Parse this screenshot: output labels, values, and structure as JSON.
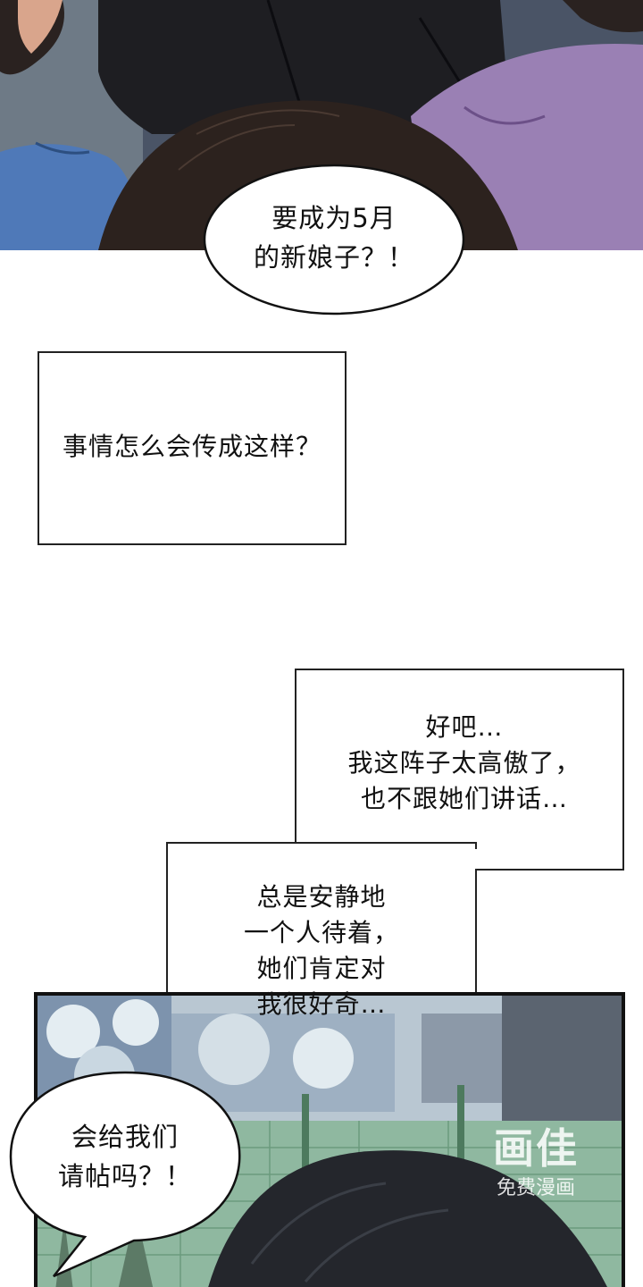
{
  "top_panel": {
    "bubble": {
      "line1": "要成为5月",
      "line2": "的新娘子？！"
    }
  },
  "narration_1": {
    "text": "事情怎么会传成这样？"
  },
  "narration_2": {
    "line1": "好吧…",
    "line2": "我这阵子太高傲了，",
    "line3": "也不跟她们讲话…"
  },
  "narration_3": {
    "line1": "总是安静地",
    "line2": "一个人待着，",
    "line3": "她们肯定对",
    "line4": "我很好奇…"
  },
  "bottom_panel": {
    "bubble": {
      "line1": "会给我们",
      "line2": "请帖吗？！"
    },
    "watermark": {
      "logo": "画佳",
      "caption": "免费漫画"
    }
  }
}
